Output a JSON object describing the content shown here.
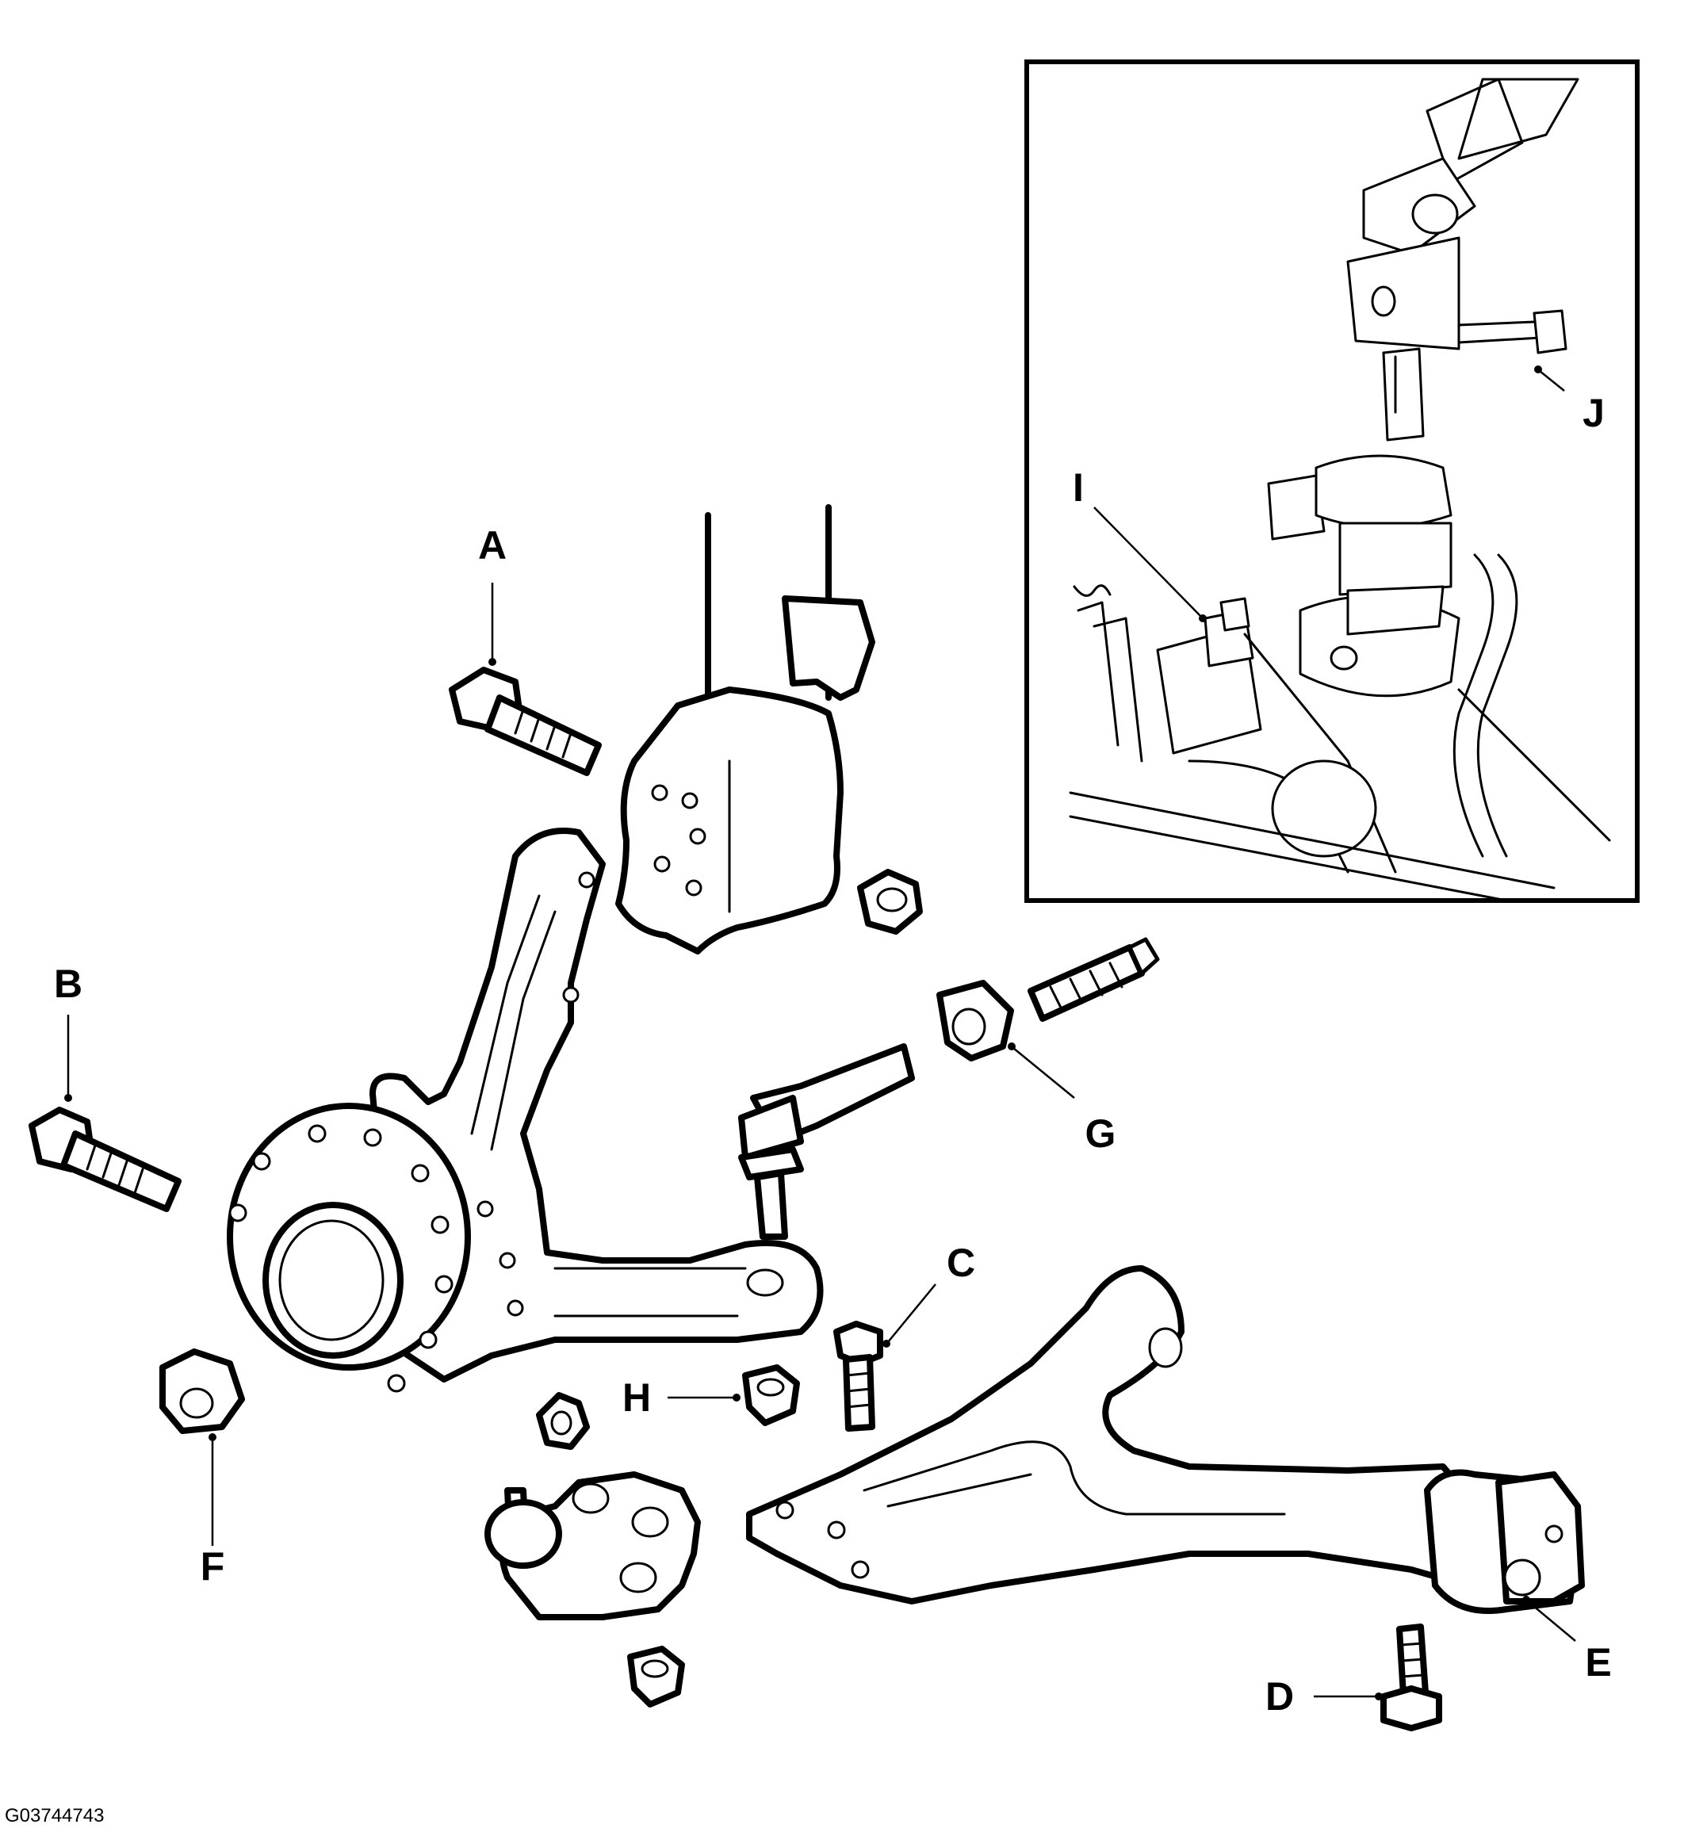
{
  "figure_id": "G03744743",
  "callouts": {
    "A": "A",
    "B": "B",
    "C": "C",
    "D": "D",
    "E": "E",
    "F": "F",
    "G": "G",
    "H": "H",
    "I": "I",
    "J": "J"
  }
}
